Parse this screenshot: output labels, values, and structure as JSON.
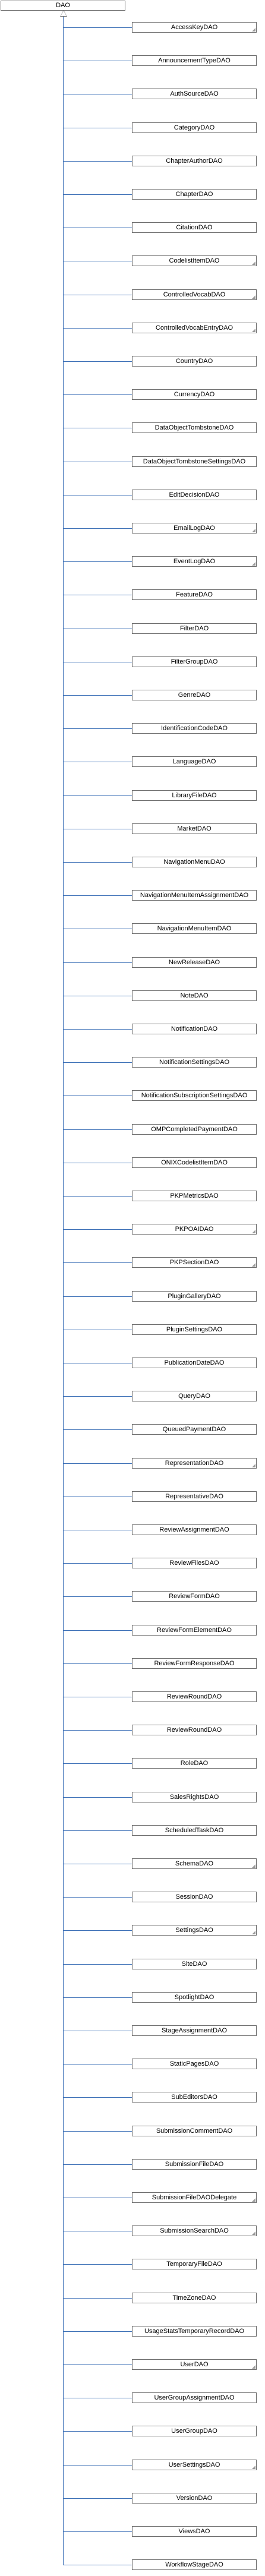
{
  "root": {
    "label": "DAO"
  },
  "children": [
    {
      "label": "AccessKeyDAO",
      "folded": true
    },
    {
      "label": "AnnouncementTypeDAO",
      "folded": false
    },
    {
      "label": "AuthSourceDAO",
      "folded": false
    },
    {
      "label": "CategoryDAO",
      "folded": false
    },
    {
      "label": "ChapterAuthorDAO",
      "folded": false
    },
    {
      "label": "ChapterDAO",
      "folded": false
    },
    {
      "label": "CitationDAO",
      "folded": false
    },
    {
      "label": "CodelistItemDAO",
      "folded": true
    },
    {
      "label": "ControlledVocabDAO",
      "folded": true
    },
    {
      "label": "ControlledVocabEntryDAO",
      "folded": true
    },
    {
      "label": "CountryDAO",
      "folded": false
    },
    {
      "label": "CurrencyDAO",
      "folded": false
    },
    {
      "label": "DataObjectTombstoneDAO",
      "folded": false
    },
    {
      "label": "DataObjectTombstoneSettingsDAO",
      "folded": false
    },
    {
      "label": "EditDecisionDAO",
      "folded": false
    },
    {
      "label": "EmailLogDAO",
      "folded": true
    },
    {
      "label": "EventLogDAO",
      "folded": true
    },
    {
      "label": "FeatureDAO",
      "folded": false
    },
    {
      "label": "FilterDAO",
      "folded": false
    },
    {
      "label": "FilterGroupDAO",
      "folded": false
    },
    {
      "label": "GenreDAO",
      "folded": false
    },
    {
      "label": "IdentificationCodeDAO",
      "folded": false
    },
    {
      "label": "LanguageDAO",
      "folded": false
    },
    {
      "label": "LibraryFileDAO",
      "folded": false
    },
    {
      "label": "MarketDAO",
      "folded": false
    },
    {
      "label": "NavigationMenuDAO",
      "folded": false
    },
    {
      "label": "NavigationMenuItemAssignmentDAO",
      "folded": false
    },
    {
      "label": "NavigationMenuItemDAO",
      "folded": false
    },
    {
      "label": "NewReleaseDAO",
      "folded": false
    },
    {
      "label": "NoteDAO",
      "folded": false
    },
    {
      "label": "NotificationDAO",
      "folded": false
    },
    {
      "label": "NotificationSettingsDAO",
      "folded": false
    },
    {
      "label": "NotificationSubscriptionSettingsDAO",
      "folded": false
    },
    {
      "label": "OMPCompletedPaymentDAO",
      "folded": false
    },
    {
      "label": "ONIXCodelistItemDAO",
      "folded": false
    },
    {
      "label": "PKPMetricsDAO",
      "folded": false
    },
    {
      "label": "PKPOAIDAO",
      "folded": true
    },
    {
      "label": "PKPSectionDAO",
      "folded": true
    },
    {
      "label": "PluginGalleryDAO",
      "folded": false
    },
    {
      "label": "PluginSettingsDAO",
      "folded": false
    },
    {
      "label": "PublicationDateDAO",
      "folded": false
    },
    {
      "label": "QueryDAO",
      "folded": false
    },
    {
      "label": "QueuedPaymentDAO",
      "folded": false
    },
    {
      "label": "RepresentationDAO",
      "folded": true
    },
    {
      "label": "RepresentativeDAO",
      "folded": false
    },
    {
      "label": "ReviewAssignmentDAO",
      "folded": false
    },
    {
      "label": "ReviewFilesDAO",
      "folded": false
    },
    {
      "label": "ReviewFormDAO",
      "folded": false
    },
    {
      "label": "ReviewFormElementDAO",
      "folded": false
    },
    {
      "label": "ReviewFormResponseDAO",
      "folded": false
    },
    {
      "label": "ReviewRoundDAO",
      "folded": false
    },
    {
      "label": "ReviewRoundDAO",
      "folded": false
    },
    {
      "label": "RoleDAO",
      "folded": false
    },
    {
      "label": "SalesRightsDAO",
      "folded": false
    },
    {
      "label": "ScheduledTaskDAO",
      "folded": false
    },
    {
      "label": "SchemaDAO",
      "folded": true
    },
    {
      "label": "SessionDAO",
      "folded": false
    },
    {
      "label": "SettingsDAO",
      "folded": true
    },
    {
      "label": "SiteDAO",
      "folded": false
    },
    {
      "label": "SpotlightDAO",
      "folded": false
    },
    {
      "label": "StageAssignmentDAO",
      "folded": false
    },
    {
      "label": "StaticPagesDAO",
      "folded": false
    },
    {
      "label": "SubEditorsDAO",
      "folded": false
    },
    {
      "label": "SubmissionCommentDAO",
      "folded": false
    },
    {
      "label": "SubmissionFileDAO",
      "folded": false
    },
    {
      "label": "SubmissionFileDAODelegate",
      "folded": true
    },
    {
      "label": "SubmissionSearchDAO",
      "folded": true
    },
    {
      "label": "TemporaryFileDAO",
      "folded": false
    },
    {
      "label": "TimeZoneDAO",
      "folded": false
    },
    {
      "label": "UsageStatsTemporaryRecordDAO",
      "folded": false
    },
    {
      "label": "UserDAO",
      "folded": true
    },
    {
      "label": "UserGroupAssignmentDAO",
      "folded": false
    },
    {
      "label": "UserGroupDAO",
      "folded": false
    },
    {
      "label": "UserSettingsDAO",
      "folded": true
    },
    {
      "label": "VersionDAO",
      "folded": false
    },
    {
      "label": "ViewsDAO",
      "folded": false
    },
    {
      "label": "WorkflowStageDAO",
      "folded": false
    }
  ]
}
